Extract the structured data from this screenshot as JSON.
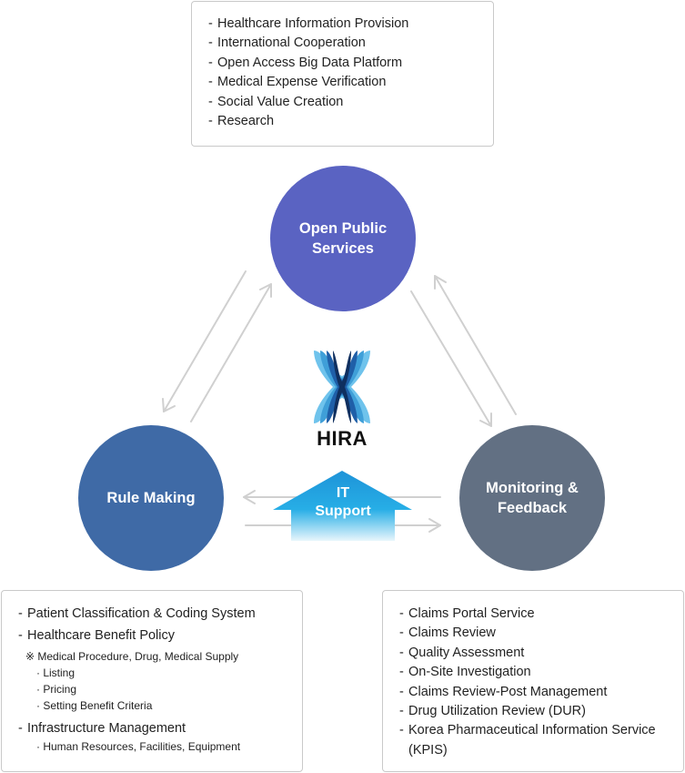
{
  "top_box": {
    "items": [
      "Healthcare Information Provision",
      "International Cooperation",
      "Open Access Big Data Platform",
      "Medical Expense Verification",
      "Social Value Creation",
      "Research"
    ]
  },
  "circles": {
    "open": "Open Public Services",
    "rule": "Rule Making",
    "monitoring": "Monitoring & Feedback"
  },
  "center": {
    "logo_text": "HIRA",
    "it_support_line1": "IT",
    "it_support_line2": "Support"
  },
  "left_box": {
    "item1": "Patient Classification & Coding System",
    "item2": "Healthcare Benefit Policy",
    "note": "※ Medical Procedure, Drug, Medical Supply",
    "sub1": "· Listing",
    "sub2": "· Pricing",
    "sub3": "· Setting Benefit Criteria",
    "item3": "Infrastructure Management",
    "sub4": "· Human Resources, Facilities, Equipment"
  },
  "right_box": {
    "items": [
      "Claims Portal Service",
      "Claims Review",
      "Quality Assessment",
      "On-Site Investigation",
      "Claims Review-Post Management",
      "Drug Utilization Review (DUR)",
      "Korea Pharmaceutical Information Service",
      "(KPIS)"
    ]
  },
  "colors": {
    "open": "#5a63c2",
    "rule": "#3f6aa6",
    "monitoring": "#627083",
    "arrow": "#d0d0d0",
    "it_support": "#1a9ad6",
    "border": "#c9c9c9"
  },
  "icons": [
    "hira-logo-icon",
    "arrow-icon",
    "it-support-arrow-icon"
  ]
}
